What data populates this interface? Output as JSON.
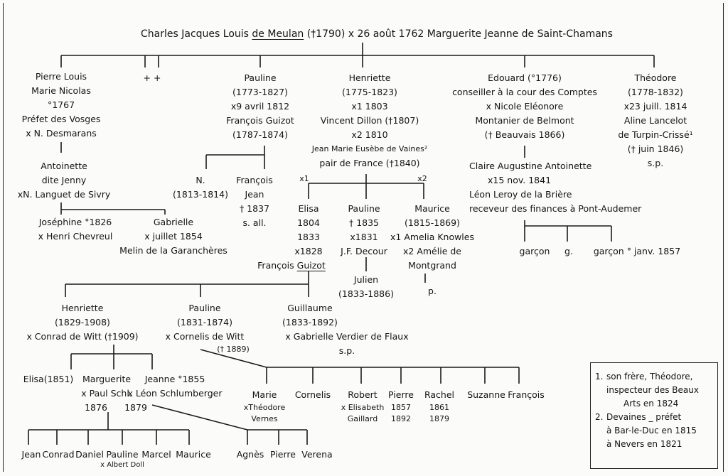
{
  "root": {
    "pre": "Charles Jacques Louis ",
    "name": "de Meulan",
    "post": " (†1790) x 26 août 1762 Marguerite Jeanne de Saint-Chamans"
  },
  "pierre": [
    "Pierre Louis",
    "Marie Nicolas",
    "°1767",
    "Préfet des Vosges",
    "x N. Desmarans"
  ],
  "crosses": "+  +",
  "antoinette": [
    "Antoinette",
    "dite Jenny",
    "xN. Languet de Sivry"
  ],
  "josephine": [
    "Joséphine °1826",
    "x Henri Chevreul"
  ],
  "gabrielle": [
    "Gabrielle",
    "x juillet 1854",
    "Melin de la Garanchères"
  ],
  "pauline1": [
    "Pauline",
    "(1773-1827)",
    "x9 avril 1812",
    "François Guizot",
    "(1787-1874)"
  ],
  "n": [
    "N.",
    "(1813-1814)"
  ],
  "francois_jean": [
    "François",
    "Jean",
    "† 1837",
    "s. all."
  ],
  "henriette1": [
    "Henriette",
    "(1775-1823)",
    "x1  1803",
    "Vincent Dillon (†1807)",
    "x2  1810",
    "Jean Marie Eusèbe de Vaines²",
    "pair de France (†1840)"
  ],
  "x1_mark": "x1",
  "x2_mark": "x2",
  "elisa1": [
    "Elisa",
    "1804",
    "1833",
    "x1828"
  ],
  "guizot_pre": "François ",
  "guizot_name": "Guizot",
  "pauline2": [
    "Pauline",
    "† 1835",
    "x1831",
    "J.F. Decour"
  ],
  "julien": [
    "Julien",
    "(1833-1886)"
  ],
  "maurice": [
    "Maurice",
    "(1815-1869)",
    "x1 Amelia Knowles",
    "x2 Amélie de",
    "Montgrand",
    "p."
  ],
  "edouard": [
    "Edouard (°1776)",
    "conseiller à la cour des Comptes",
    "x Nicole Eléonore",
    "Montanier de Belmont",
    "(† Beauvais 1866)"
  ],
  "claire": [
    "Claire Augustine Antoinette",
    "x15  nov. 1841",
    "Léon Leroy de la Brière",
    "receveur des finances à Pont-Audemer"
  ],
  "garcons": [
    "garçon",
    "g.",
    "garçon ° janv. 1857"
  ],
  "theodore": [
    "Théodore",
    "(1778-1832)",
    "x23 juill. 1814",
    "Aline Lancelot",
    "de Turpin-Crissé¹",
    "(† juin 1846)",
    "s.p."
  ],
  "henriette2": [
    "Henriette",
    "(1829-1908)",
    "x Conrad de Witt (†1909)"
  ],
  "pauline3": [
    "Pauline",
    "(1831-1874)",
    "x Cornelis de Witt",
    "(† 1889)"
  ],
  "guillaume": [
    "Guillaume",
    "(1833-1892)",
    "x Gabrielle Verdier de Flaux",
    "s.p."
  ],
  "elisa2": "Elisa(1851)",
  "marguerite": [
    "Marguerite",
    "x Paul Schl.",
    "1876"
  ],
  "jeanne": [
    "Jeanne °1855",
    "x Léon Schlumberger",
    "1879"
  ],
  "dewitt": [
    "Marie",
    "Cornelis",
    "Robert",
    "Pierre",
    "Rachel",
    "Suzanne",
    "François"
  ],
  "marie_sp": [
    "xThéodore",
    "Vernes"
  ],
  "robert_sp": [
    "x Elisabeth",
    "Gaillard"
  ],
  "pierre_dates": [
    "1857",
    "1892"
  ],
  "rachel_dates": [
    "1861",
    "1879"
  ],
  "gc1": [
    "Jean",
    "Conrad",
    "Daniel",
    "Pauline",
    "Marcel",
    "Maurice"
  ],
  "gc1_pauline_sp": "x Albert Doll",
  "gc2": [
    "Agnès",
    "Pierre",
    "Verena"
  ],
  "notes": [
    {
      "n": "1.",
      "lines": [
        "son frère, Théodore,",
        "inspecteur des Beaux",
        "Arts en 1824"
      ]
    },
    {
      "n": "2.",
      "lines": [
        "Devaines _ préfet",
        "à Bar-le-Duc en 1815",
        "à Nevers en 1821"
      ]
    }
  ]
}
